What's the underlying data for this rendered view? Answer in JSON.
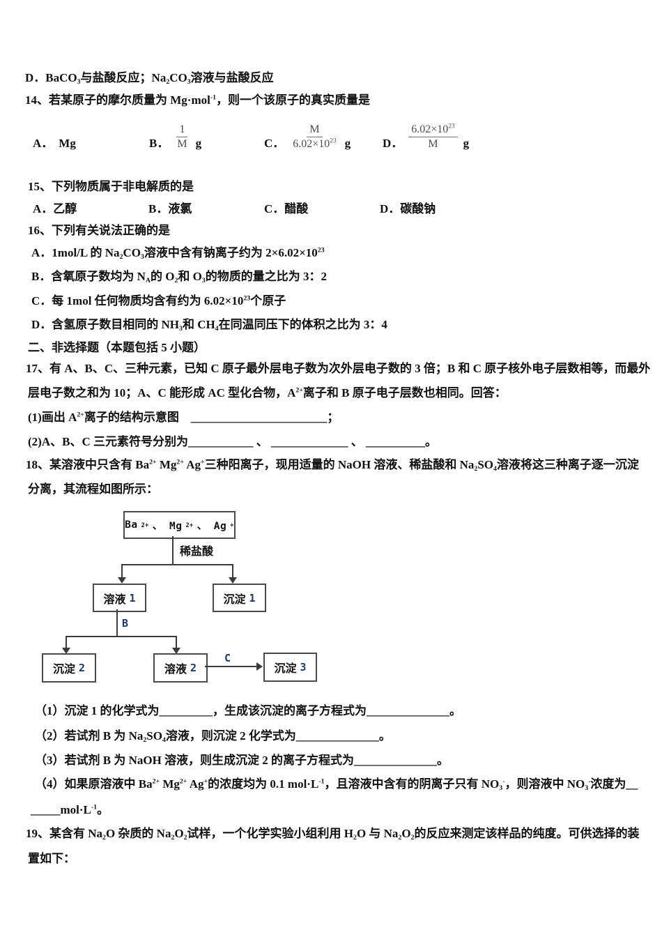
{
  "colors": {
    "ink": "#111111",
    "fraction-gray": "#4d4d4d",
    "diagram-line": "#3a3a3a",
    "box-border": "#4a4a4a",
    "flow-number": "#1f3864"
  },
  "q13": {
    "option_d": "D．BaCO<sub>3</sub>与盐酸反应；Na<sub>2</sub>CO<sub>3</sub>溶液与盐酸反应"
  },
  "q14": {
    "stem": "14、若某原子的摩尔质量为 Mg·mol<sup>-1</sup>，则一个该原子的真实质量是",
    "options": [
      {
        "label": "A．",
        "text": "Mg"
      },
      {
        "label": "B．",
        "num": "1",
        "den": "M",
        "suffix": "g"
      },
      {
        "label": "C．",
        "num": "M",
        "den": "6.02×10<sup>23</sup>",
        "suffix": "g"
      },
      {
        "label": "D．",
        "num": "6.02×10<sup>23</sup>",
        "den": "M",
        "suffix": "g"
      }
    ]
  },
  "q15": {
    "stem": "15、下列物质属于非电解质的是",
    "options": [
      {
        "text": "A．乙醇"
      },
      {
        "text": "B．液氯"
      },
      {
        "text": "C．醋酸"
      },
      {
        "text": "D．碳酸钠"
      }
    ]
  },
  "q16": {
    "stem": "16、下列有关说法正确的是",
    "options": [
      {
        "text": "A．1mol/L 的 Na<sub>2</sub>CO<sub>3</sub>溶液中含有钠离子约为 2×6.02×10<sup>23</sup>"
      },
      {
        "text": "B．含氧原子数均为 N<sub>A</sub>的 O<sub>2</sub>和 O<sub>3</sub>的物质的量之比为 3：2"
      },
      {
        "text": "C．每 1mol 任何物质均含有约为 6.02×10<sup>23</sup>个原子"
      },
      {
        "text": "D．含氢原子数目相同的 NH<sub>3</sub>和 CH<sub>4</sub>在同温同压下的体积之比为 3：4"
      }
    ]
  },
  "section2": {
    "heading": "二、非选择题（本题包括 5 小题）"
  },
  "q17": {
    "line1": "17、有 A、B、C、三种元素，已知 C 原子最外层电子数为次外层电子数的 3 倍；B 和 C 原子核外电子层数相等，而最外",
    "line2": "层电子数之和为 10；A、C 能形成 AC 型化合物，A<sup>2+</sup>离子和 B 原子电子层数也相同。回答：",
    "sub1": "(1)画出 A<sup>2+</sup>离子的结构示意图&nbsp;&nbsp;&nbsp;&nbsp;_______________________；",
    "sub2": "(2)A、B、C 三元素符号分别为___________ 、 _____________ 、 __________。"
  },
  "q18": {
    "line1": "18、某溶液中只含有 Ba<sup>2+</sup> Mg<sup>2+</sup> Ag<sup>+</sup>三种阳离子，现用适量的 NaOH 溶液、稀盐酸和 Na<sub>2</sub>SO<sub>4</sub>溶液将这三种离子逐一沉淀",
    "line2": "分离，其流程如图所示：",
    "flowchart": {
      "ions_box": "Ba<sup>2+</sup>、 Mg<sup>2+</sup> 、 Ag<sup>+</sup>",
      "reagent1": "稀盐酸",
      "solution1": {
        "text": "溶液",
        "num": "1"
      },
      "precipitate1": {
        "text": "沉淀",
        "num": "1"
      },
      "reagent2": "B",
      "precipitate2": {
        "text": "沉淀",
        "num": "2"
      },
      "solution2": {
        "text": "溶液",
        "num": "2"
      },
      "reagent3": "C",
      "precipitate3": {
        "text": "沉淀",
        "num": "3"
      }
    },
    "sub1": "（1）沉淀 1 的化学式为_________，生成该沉淀的离子方程式为______________。",
    "sub2": "（2）若试剂 B 为 Na<sub>2</sub>SO<sub>4</sub>溶液，则沉淀 2 化学式为______________。",
    "sub3": "（3）若试剂 B 为 NaOH 溶液，则生成沉淀 2 的离子方程式为______________。",
    "sub4a": "（4）如果原溶液中 Ba<sup>2+</sup> Mg<sup>2+</sup> Ag<sup>+</sup>的浓度均为 0.1 mol·L<sup>-1</sup>，且溶液中含有的阴离子只有 NO<sub>3</sub><sup>-</sup>，则溶液中 NO<sub>3</sub><sup>-</sup>浓度为__",
    "sub4b": "_____mol·L<sup>-1</sup>。"
  },
  "q19": {
    "line1": "19、某含有 Na<sub>2</sub>O 杂质的 Na<sub>2</sub>O<sub>2</sub>试样，一个化学实验小组利用 H<sub>2</sub>O 与 Na<sub>2</sub>O<sub>2</sub>的反应来测定该样品的纯度。可供选择的装",
    "line2": "置如下："
  }
}
